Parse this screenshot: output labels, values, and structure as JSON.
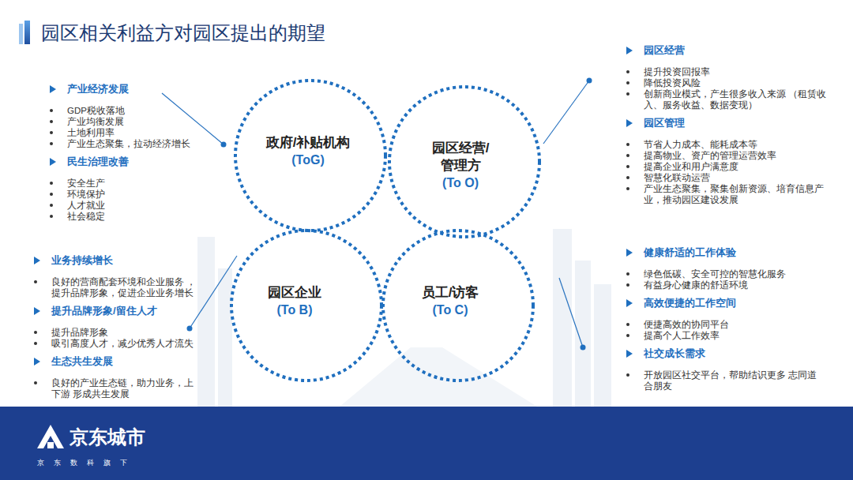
{
  "diagram": {
    "title": "园区相关利益方对园区提出的期望",
    "nodes": [
      {
        "text": [
          "政府/补贴机构",
          "(ToG)"
        ]
      },
      {
        "text": [
          "园区经营/ 管理方",
          "(To O)"
        ]
      },
      {
        "text": [
          "园区企业",
          "(To B)"
        ]
      },
      {
        "text": [
          "员工/访客",
          "(To C)"
        ]
      }
    ],
    "labels": [
      "产业经济发展",
      "GDP税收落地",
      "产业均衡发展",
      "土地利用率",
      "产业生态聚集，拉动经济增长",
      "民生治理改善",
      "安全生产",
      "环境保护",
      "人才就业",
      "社会稳定",
      "园区经营",
      "提升投资回报率",
      "降低投资风险",
      "创新商业模式，产生很多收入来源 （租赁收入、服务收益、数据变现）",
      "园区管理",
      "节省人力成本、能耗成本等",
      "提高物业、资产的管理运营效率",
      "提高企业和用户满意度",
      "智慧化联动运营",
      "产业生态聚集，聚集创新资源、培育信息产 业，推动园区建设发展",
      "业务持续增长",
      "良好的营商配套环境和企业服务 ，提升品牌形象，促进企业业务增长",
      "提升品牌形象/留住人才",
      "提升品牌形象",
      "吸引高度人才，减少优秀人才流失",
      "生态共生发展",
      "良好的产业生态链，助力业务，上下游 形成共生发展",
      "健康舒适的工作体验",
      "绿色低碳、安全可控的智慧化服务",
      "有益身心健康的舒适环境",
      "高效便捷的工作空间",
      "便捷高效的协同平台",
      "提高个人工作效率",
      "社交成长需求",
      "开放园区社交平台，帮助结识更多 志同道合朋友",
      "京东城市",
      "京东数科旗下"
    ]
  }
}
